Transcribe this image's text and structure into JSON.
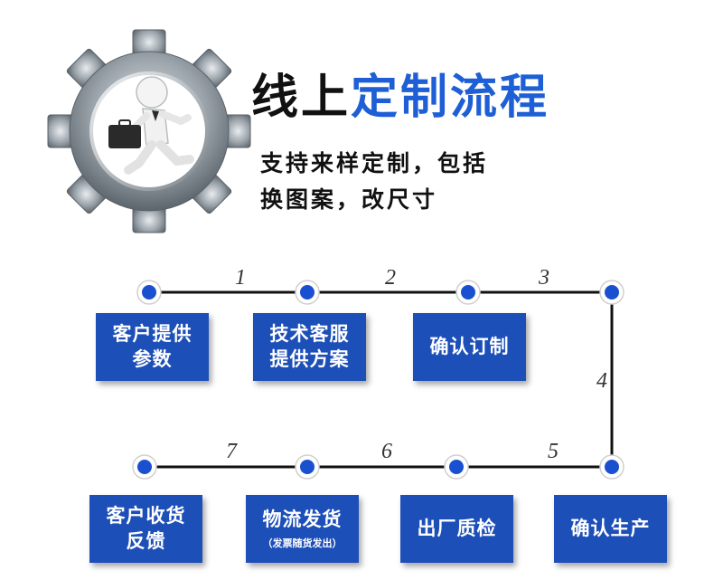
{
  "header": {
    "title_part1": "线上",
    "title_part2": "定制流程",
    "subtitle_line1": "支持来样定制，包括",
    "subtitle_line2": "换图案，改尺寸"
  },
  "steps": [
    {
      "line1": "客户提供",
      "line2": "参数"
    },
    {
      "line1": "技术客服",
      "line2": "提供方案"
    },
    {
      "line1": "确认订制",
      "line2": ""
    },
    {
      "line1": "确认生产",
      "line2": ""
    },
    {
      "line1": "出厂质检",
      "line2": ""
    },
    {
      "line1": "物流发货",
      "line2": "",
      "note": "（发票随货发出）"
    },
    {
      "line1": "客户收货",
      "line2": "反馈"
    }
  ],
  "connector_numbers": [
    "1",
    "2",
    "3",
    "4",
    "5",
    "6",
    "7"
  ],
  "colors": {
    "accent_blue": "#1e5fd6",
    "box_blue": "#1d4fb8",
    "node_blue": "#1a4fd0"
  }
}
